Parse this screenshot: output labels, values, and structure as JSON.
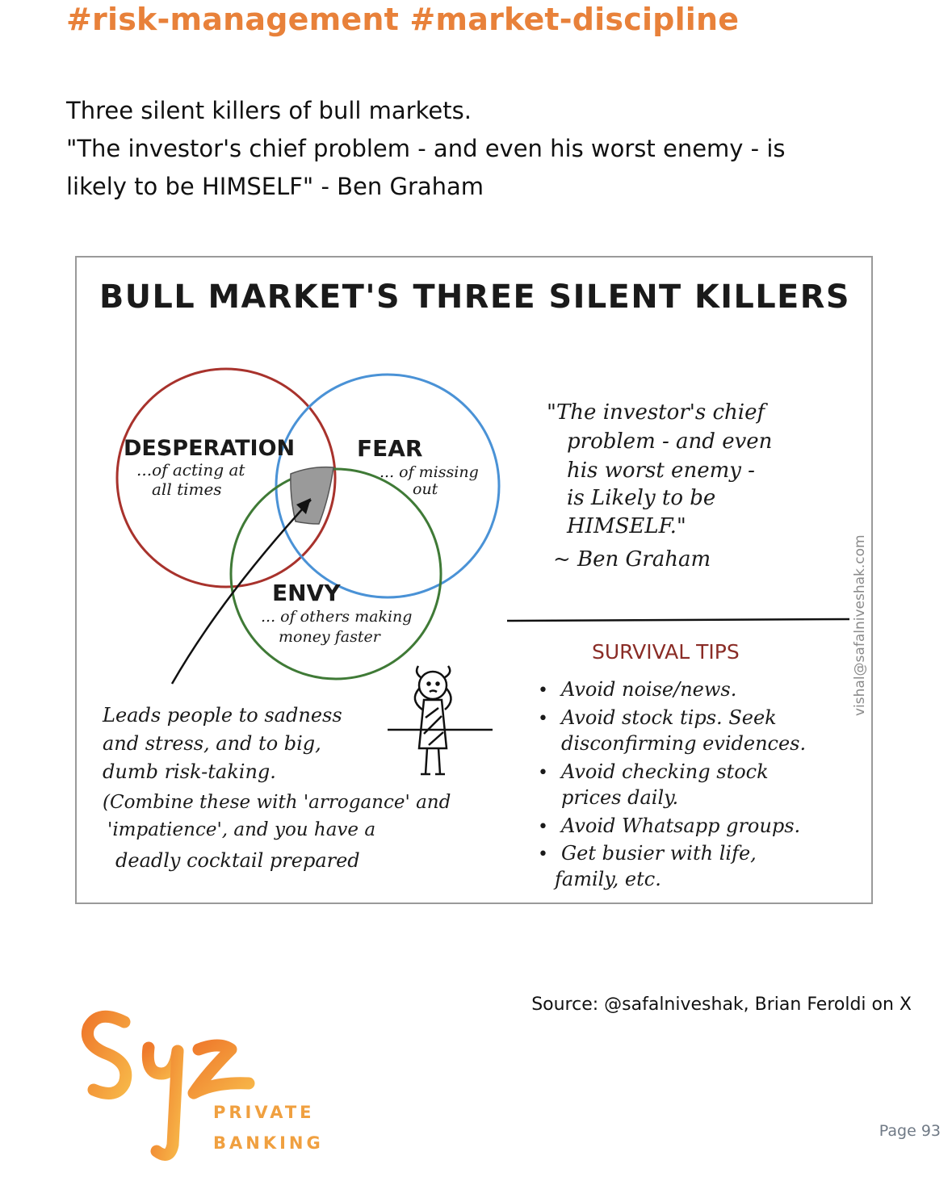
{
  "header": {
    "hashtags": "#risk-management #market-discipline"
  },
  "intro": {
    "line1": "Three silent killers of bull markets.",
    "line2": "\"The investor's chief problem - and even his worst enemy - is",
    "line3": "likely to be HIMSELF\" - Ben Graham"
  },
  "sketch": {
    "title": "BULL MARKET'S THREE SILENT KILLERS",
    "desperation": {
      "label": "DESPERATION",
      "sub1": "...of acting at",
      "sub2": "all times"
    },
    "fear": {
      "label": "FEAR",
      "sub1": "... of missing",
      "sub2": "out"
    },
    "envy": {
      "label": "ENVY",
      "sub1": "... of others making",
      "sub2": "money faster"
    },
    "quote": {
      "lines": [
        "\"The investor's chief",
        "problem - and even",
        "his worst enemy -",
        "is Likely to be",
        "HIMSELF.\""
      ],
      "author": "~ Ben Graham"
    },
    "consequence": {
      "lines": [
        "Leads people to sadness",
        "and stress, and to big,",
        "dumb risk-taking.",
        "(Combine these with 'arrogance' and",
        "'impatience', and you have a",
        "deadly cocktail prepared"
      ]
    },
    "tips": {
      "heading": "SURVIVAL TIPS",
      "items": [
        [
          "Avoid noise/news."
        ],
        [
          "Avoid stock tips. Seek",
          "disconfirming evidences."
        ],
        [
          "Avoid checking stock",
          "prices daily."
        ],
        [
          "Avoid Whatsapp groups."
        ],
        [
          "Get busier with life,",
          "family, etc."
        ]
      ]
    },
    "watermark": "vishal@safalniveshak.com",
    "colors": {
      "desperation": "#a8322c",
      "fear": "#4a92d6",
      "envy": "#3f7a36",
      "overlap": "#9a9a9a",
      "tips_heading": "#8a2c26"
    }
  },
  "source": "Source: @safalniveshak, Brian Feroldi on X",
  "logo": {
    "mark": "Syz",
    "line1": "PRIVATE",
    "line2": "BANKING"
  },
  "page": "Page 93"
}
